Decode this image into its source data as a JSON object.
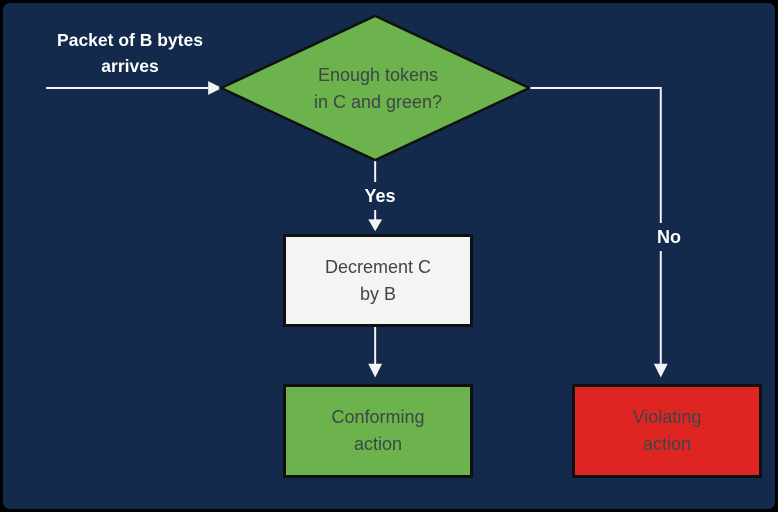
{
  "colors": {
    "canvas_background": "#132a4c",
    "canvas_border": "#000000",
    "connector": "#f2f4f6",
    "decision_fill": "#6cb24d",
    "process_fill": "#f4f4f2",
    "conforming_fill": "#6cb24d",
    "violating_fill": "#df2522",
    "node_border": "#101010",
    "node_text": "#3d4646",
    "label_text": "#ffffff"
  },
  "nodes": {
    "start": {
      "line1": "Packet of B bytes",
      "line2": "arrives"
    },
    "decision": {
      "line1": "Enough tokens",
      "line2": "in C and green?"
    },
    "process": {
      "line1": "Decrement C",
      "line2": "by B"
    },
    "conforming": {
      "line1": "Conforming",
      "line2": "action"
    },
    "violating": {
      "line1": "Violating",
      "line2": "action"
    }
  },
  "edges": {
    "yes_label": "Yes",
    "no_label": "No"
  }
}
